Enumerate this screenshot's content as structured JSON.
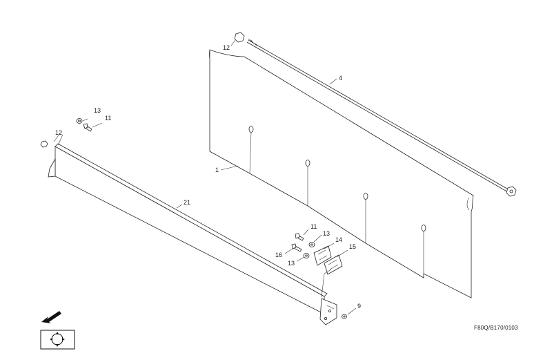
{
  "drawing_ref": "F80Q/B170/0103",
  "callouts": {
    "c12_top": "12",
    "c4": "4",
    "c1": "1",
    "c13_left": "13",
    "c11_left": "11",
    "c12_left": "12",
    "c21": "21",
    "c11_right": "11",
    "c13_right": "13",
    "c14": "14",
    "c15": "15",
    "c16": "16",
    "c13_lower": "13",
    "c9": "9"
  },
  "icons": {
    "direction_arrow": "arrow-down-left-icon",
    "view_symbol": "rotor-view-icon"
  }
}
